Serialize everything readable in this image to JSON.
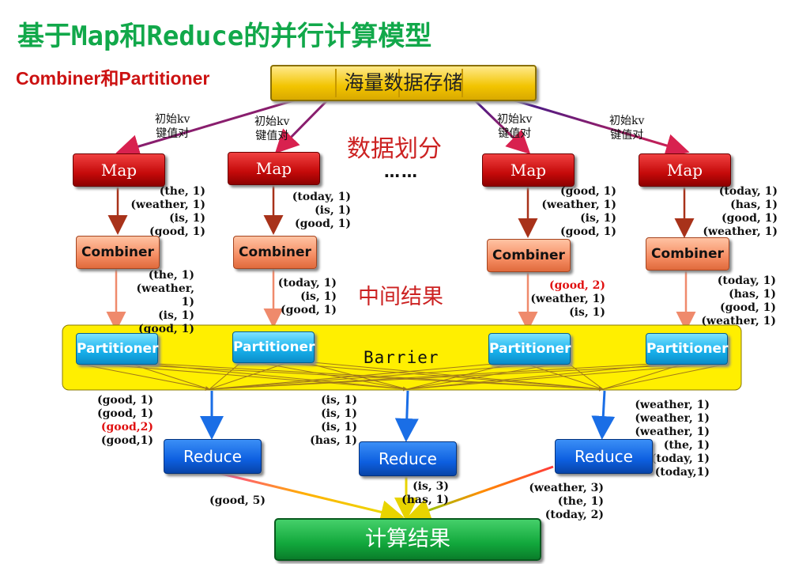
{
  "title": "基于Map和Reduce的并行计算模型",
  "subtitle": "Combiner和Partitioner",
  "storage": "海量数据存储",
  "split_label": "数据划分",
  "intermediate_label": "中间结果",
  "ellipsis": "……",
  "kv_heading": [
    "初始kv",
    "键值对"
  ],
  "map_label": "Map",
  "combiner_label": "Combiner",
  "partitioner_label": "Partitioner",
  "barrier_label": "Barrier",
  "reduce_label": "Reduce",
  "result_label": "计算结果",
  "map_outputs": [
    [
      "(the, 1)",
      "(weather, 1)",
      "(is, 1)",
      "(good, 1)"
    ],
    [
      "(today, 1)",
      "(is, 1)",
      "(good, 1)"
    ],
    [
      "(good, 1)",
      "(weather, 1)",
      "(is, 1)",
      "(good, 1)"
    ],
    [
      "(today, 1)",
      "(has, 1)",
      "(good, 1)",
      "(weather, 1)"
    ]
  ],
  "combiner_outputs": [
    [
      "(the, 1)",
      "(weather,",
      "1)",
      "(is, 1)",
      "(good, 1)"
    ],
    [
      "(today, 1)",
      "(is, 1)",
      "(good, 1)"
    ],
    [
      "(good, 2)",
      "(weather, 1)",
      "(is, 1)"
    ],
    [
      "(today, 1)",
      "(has, 1)",
      "(good, 1)",
      "(weather, 1)"
    ]
  ],
  "reduce_inputs": [
    [
      "(good, 1)",
      "(good, 1)",
      "(good,2)",
      "(good,1)"
    ],
    [
      "(is, 1)",
      "(is, 1)",
      "(is, 1)",
      "(has, 1)"
    ],
    [
      "(weather, 1)",
      "(weather, 1)",
      "(weather, 1)",
      "(the, 1)",
      "(today, 1)",
      "(today,1)"
    ]
  ],
  "reduce_outputs": [
    [
      "(good, 5)"
    ],
    [
      "(is, 3)",
      "(has, 1)"
    ],
    [
      "(weather, 3)",
      "(the, 1)",
      "(today, 2)"
    ]
  ],
  "colors": {
    "title": "#11a84a",
    "subtitle": "#cc1111",
    "highlight": "#e01010",
    "map": "#c50a0a",
    "combiner": "#f58d63",
    "partitioner": "#19b3ee",
    "barrier": "#ffef00",
    "reduce": "#0d5fe0",
    "result": "#12a83c",
    "init_arrow": "#5a1a8c",
    "map_arrow": "#a8321a",
    "combiner_arrow": "#ef8a6c",
    "barrier_line": "#a0781a",
    "reduce_arrow": "#1a6ee6"
  }
}
